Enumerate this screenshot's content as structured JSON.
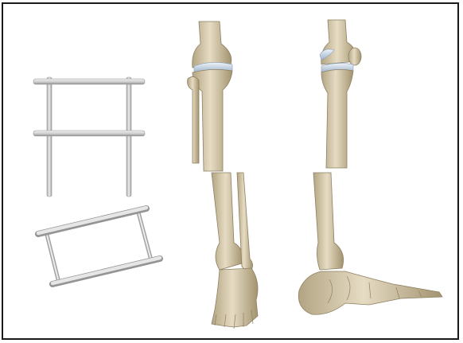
{
  "figure": {
    "panels": [
      {
        "name": "fixator-diagram",
        "icon": "external-fixator-frame"
      },
      {
        "name": "leg-anterior",
        "icon": "leg-bones-front-view"
      },
      {
        "name": "leg-lateral",
        "icon": "leg-bones-side-view"
      }
    ],
    "colors": {
      "frame_border": "#1a1a1a",
      "rod": "#d4d4d4",
      "rod_outline": "#9a9a9a",
      "bone": "#d9cdb1",
      "bone_shadow": "#a99a78",
      "cartilage": "#c9d6e6"
    }
  }
}
